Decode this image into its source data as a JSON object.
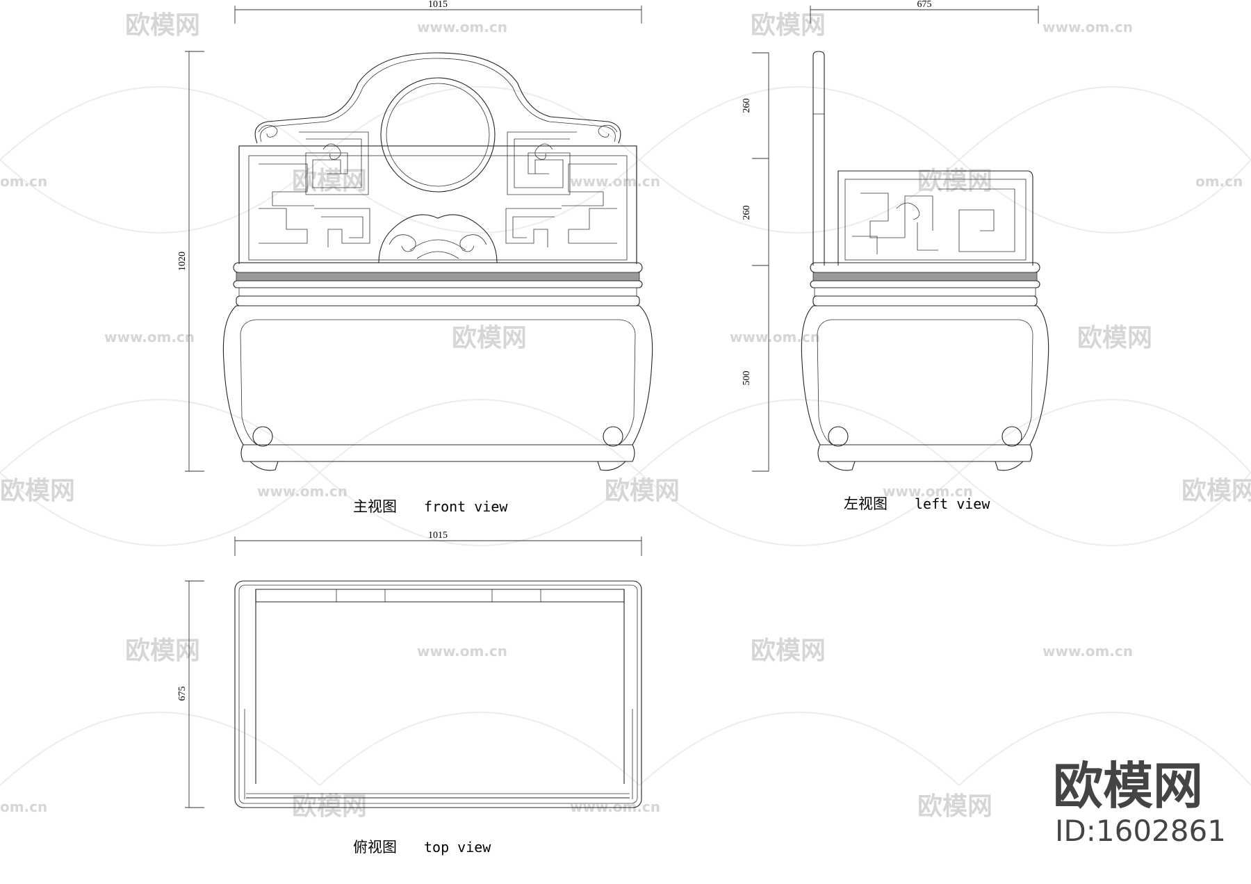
{
  "front_view": {
    "caption_cn": "主视图",
    "caption_en": "front view",
    "dim_width": "1015",
    "dim_height": "1020"
  },
  "left_view": {
    "caption_cn": "左视图",
    "caption_en": "left view",
    "dim_width": "675",
    "dim_upper": "260",
    "dim_middle": "260",
    "dim_lower": "500"
  },
  "top_view": {
    "caption_cn": "俯视图",
    "caption_en": "top view",
    "dim_width": "1015",
    "dim_depth": "675"
  },
  "watermark": {
    "brand": "欧模网",
    "url": "www.om.cn",
    "url_short": "om.cn",
    "id_label": "ID:1602861"
  },
  "colors": {
    "line": "#222222",
    "watermark": "#d0d0d0",
    "brand_dark": "#444444"
  }
}
